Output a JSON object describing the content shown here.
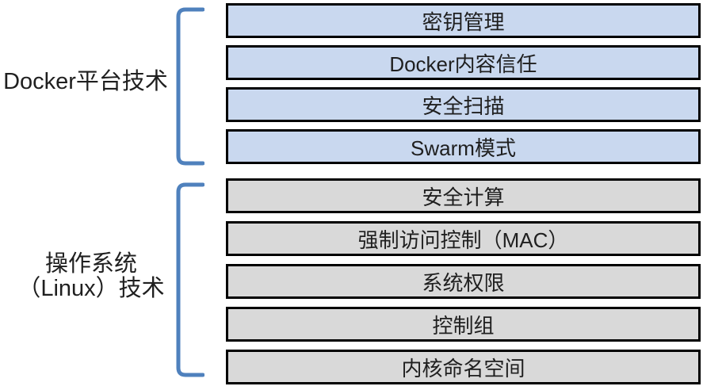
{
  "groups": [
    {
      "label": "Docker平台技术",
      "items": [
        "密钥管理",
        "Docker内容信任",
        "安全扫描",
        "Swarm模式"
      ],
      "fill": "#c9d8ef"
    },
    {
      "label": "操作系统（Linux）技术",
      "label_lines": [
        "操作系统",
        "（Linux）技术"
      ],
      "items": [
        "安全计算",
        "强制访问控制（MAC）",
        "系统权限",
        "控制组",
        "内核命名空间"
      ],
      "fill": "#d9d9d9"
    }
  ],
  "colors": {
    "bracket": "#4f81bd",
    "border": "#000000",
    "text": "#1f1f1f"
  }
}
